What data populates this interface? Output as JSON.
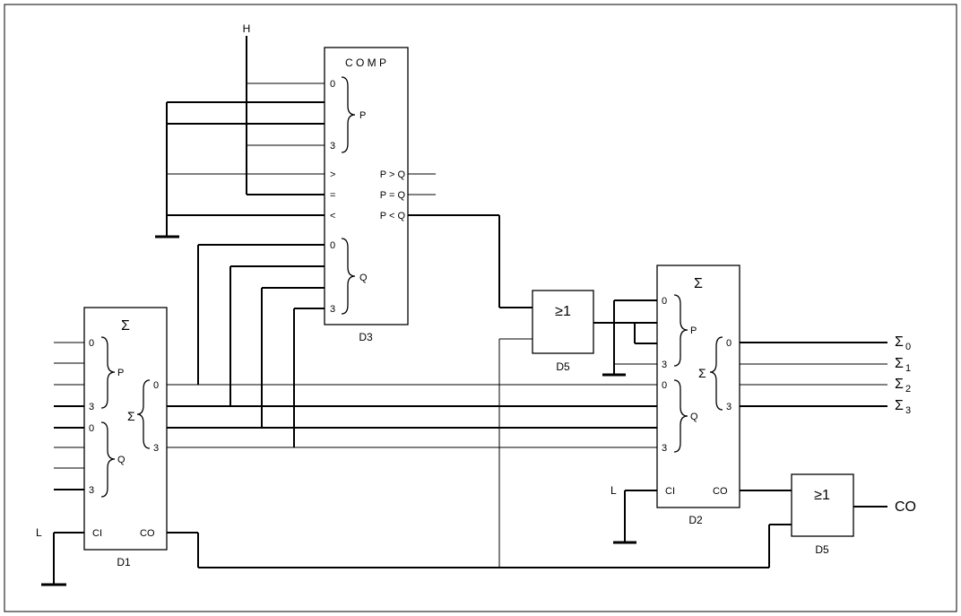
{
  "d1": {
    "sigma": "Σ",
    "p_top": "0",
    "p_label": "P",
    "p_bottom": "3",
    "q_top": "0",
    "q_label": "Q",
    "q_bottom": "3",
    "sum_sigma": "Σ",
    "out_top": "0",
    "out_bottom": "3",
    "ci": "CI",
    "co": "CO",
    "name": "D1"
  },
  "d3": {
    "title": "C O M P",
    "p_top": "0",
    "p_label": "P",
    "p_bottom": "3",
    "gt_in": ">",
    "eq_in": "=",
    "lt_in": "<",
    "gt_out": "P > Q",
    "eq_out": "P = Q",
    "lt_out": "P < Q",
    "q_top": "0",
    "q_label": "Q",
    "q_bottom": "3",
    "name": "D3"
  },
  "d5a": {
    "symbol": "≥1",
    "name": "D5"
  },
  "d2": {
    "sigma": "Σ",
    "p_top": "0",
    "p_label": "P",
    "p_bottom": "3",
    "q_top": "0",
    "q_label": "Q",
    "q_bottom": "3",
    "sum_sigma": "Σ",
    "out_top": "0",
    "out_bottom": "3",
    "ci": "CI",
    "co": "CO",
    "name": "D2"
  },
  "d5b": {
    "symbol": "≥1",
    "name": "D5"
  },
  "signals": {
    "h": "H",
    "l1": "L",
    "l2": "L",
    "co_out": "CO",
    "sum_sym": "Σ",
    "sum0": "0",
    "sum1": "1",
    "sum2": "2",
    "sum3": "3"
  }
}
